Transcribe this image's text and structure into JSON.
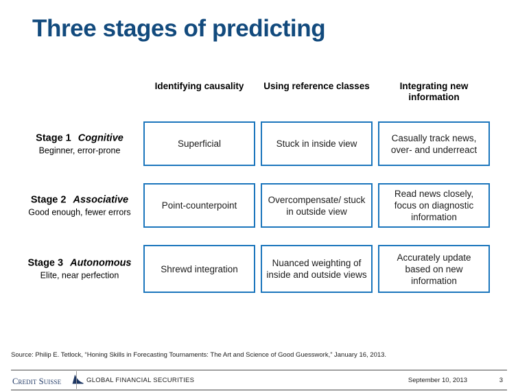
{
  "slide": {
    "title": "Three stages of predicting",
    "title_color": "#124A7D",
    "box_border_color": "#1A75BC"
  },
  "matrix": {
    "column_headers": [
      "Identifying causality",
      "Using reference classes",
      "Integrating new information"
    ],
    "rows": [
      {
        "stage_number": "Stage 1",
        "stage_name": "Cognitive",
        "stage_description": "Beginner, error-prone",
        "cells": [
          "Superficial",
          "Stuck in inside view",
          "Casually track news, over- and underreact"
        ]
      },
      {
        "stage_number": "Stage 2",
        "stage_name": "Associative",
        "stage_description": "Good enough, fewer errors",
        "cells": [
          "Point-counterpoint",
          "Overcompensate/ stuck in outside view",
          "Read news closely, focus on diagnostic information"
        ]
      },
      {
        "stage_number": "Stage 3",
        "stage_name": "Autonomous",
        "stage_description": "Elite, near perfection",
        "cells": [
          "Shrewd integration",
          "Nuanced weighting of inside and outside views",
          "Accurately update based on new information"
        ]
      }
    ]
  },
  "source_note": "Source: Philip E. Tetlock, “Honing Skills in Forecasting Tournaments: The Art and Science of Good Guesswork,” January 16, 2013.",
  "footer": {
    "logo_text": "Credit Suisse",
    "logo_icon": "sail-icon",
    "business_unit": "GLOBAL FINANCIAL SECURITIES",
    "date": "September 10, 2013",
    "page_number": "3"
  }
}
